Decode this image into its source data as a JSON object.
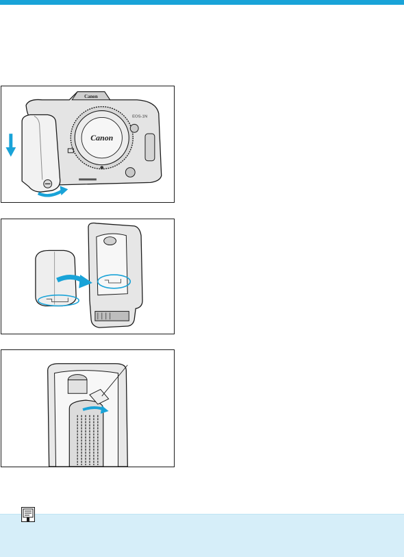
{
  "page": {
    "accent_color": "#19a3d8",
    "note_band_color": "#d6eef9",
    "figures": [
      {
        "id": "fig1",
        "imprint": {
          "brand": "Canon",
          "model": "EOS-1N"
        },
        "arrow_color": "#19a3d8"
      },
      {
        "id": "fig2",
        "arrow_color": "#19a3d8"
      },
      {
        "id": "fig3",
        "arrow_color": "#19a3d8"
      }
    ],
    "note_icon": "memo-icon"
  }
}
